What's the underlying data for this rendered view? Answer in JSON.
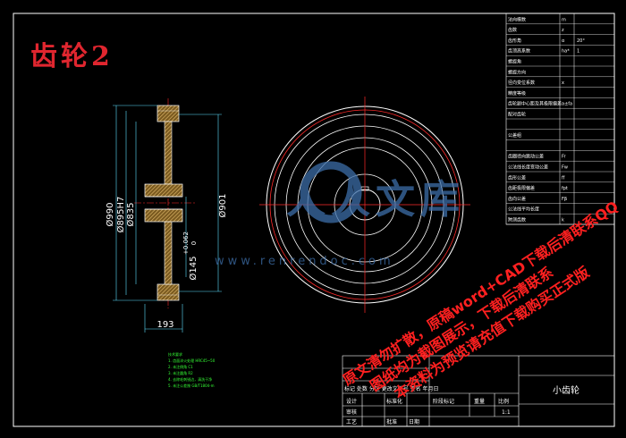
{
  "drawing": {
    "title": "齿轮2",
    "part_name": "小齿轮",
    "scale": "1:1"
  },
  "dimensions": {
    "d_outer": "Ø990",
    "d_fit": "Ø895H7",
    "d_mid": "Ø835",
    "d_right": "Ø901",
    "d_bore": "Ø145",
    "tol_upper": "+0.062",
    "tol_lower": "0",
    "width": "193"
  },
  "title_block": {
    "row1": "标记 处数 分区 更改文件号 签名 年月日",
    "design": "设计",
    "audit": "审核",
    "process": "工艺",
    "approve": "批准",
    "std": "标准化",
    "stage": "阶段标记",
    "weight": "重量",
    "ratio": "比例",
    "date": "日期"
  },
  "param_table": [
    {
      "label": "法向模数",
      "sym": "m",
      "val": ""
    },
    {
      "label": "齿数",
      "sym": "z",
      "val": ""
    },
    {
      "label": "齿形角",
      "sym": "α",
      "val": "20°"
    },
    {
      "label": "齿顶高系数",
      "sym": "ha*",
      "val": "1"
    },
    {
      "label": "螺旋角",
      "sym": "",
      "val": ""
    },
    {
      "label": "螺旋方向",
      "sym": "",
      "val": ""
    },
    {
      "label": "径向变位系数",
      "sym": "x",
      "val": ""
    },
    {
      "label": "精度等级",
      "sym": "",
      "val": ""
    },
    {
      "label": "齿轮副中心距及其极限偏差",
      "sym": "a±fa",
      "val": ""
    },
    {
      "label": "配对齿轮",
      "sym": "",
      "val": ""
    },
    {
      "label": "",
      "sym": "",
      "val": ""
    },
    {
      "label": "公差组",
      "sym": "",
      "val": ""
    },
    {
      "label": "",
      "sym": "",
      "val": ""
    },
    {
      "label": "齿圈径向跳动公差",
      "sym": "Fr",
      "val": ""
    },
    {
      "label": "公法线长度变动公差",
      "sym": "Fw",
      "val": ""
    },
    {
      "label": "齿形公差",
      "sym": "ff",
      "val": ""
    },
    {
      "label": "齿距极限偏差",
      "sym": "fpt",
      "val": ""
    },
    {
      "label": "齿向公差",
      "sym": "Fβ",
      "val": ""
    },
    {
      "label": "公法线平均长度",
      "sym": "",
      "val": ""
    },
    {
      "label": "跨测齿数",
      "sym": "k",
      "val": ""
    }
  ],
  "tech_notes": [
    "技术要求",
    "1. 齿面淬火处理 HRC45~50",
    "2. 未注倒角 C1",
    "3. 未注圆角 R2",
    "4. 去除毛刺锐边，清洗干净",
    "5. 未注公差按 GB/T1804-m"
  ],
  "watermark": {
    "logo": "人人文库",
    "url": "www.renrendoc.com",
    "line1": "原文清勿扩散，原稿word+CAD下载后清联系QQ",
    "line2": "图纸均为截图展示，下载后清联系",
    "line3": "本资料为预览请充值下载购买正式版"
  },
  "colors": {
    "frame": "#ffffff",
    "gear": "#ffffff",
    "center": "#ff2a2a",
    "dim": "#ffffff",
    "hatch": "#c9a15a",
    "notes": "#35ff35",
    "watermark_red": "#ff2020",
    "watermark_blue": "#3d6ea8"
  }
}
